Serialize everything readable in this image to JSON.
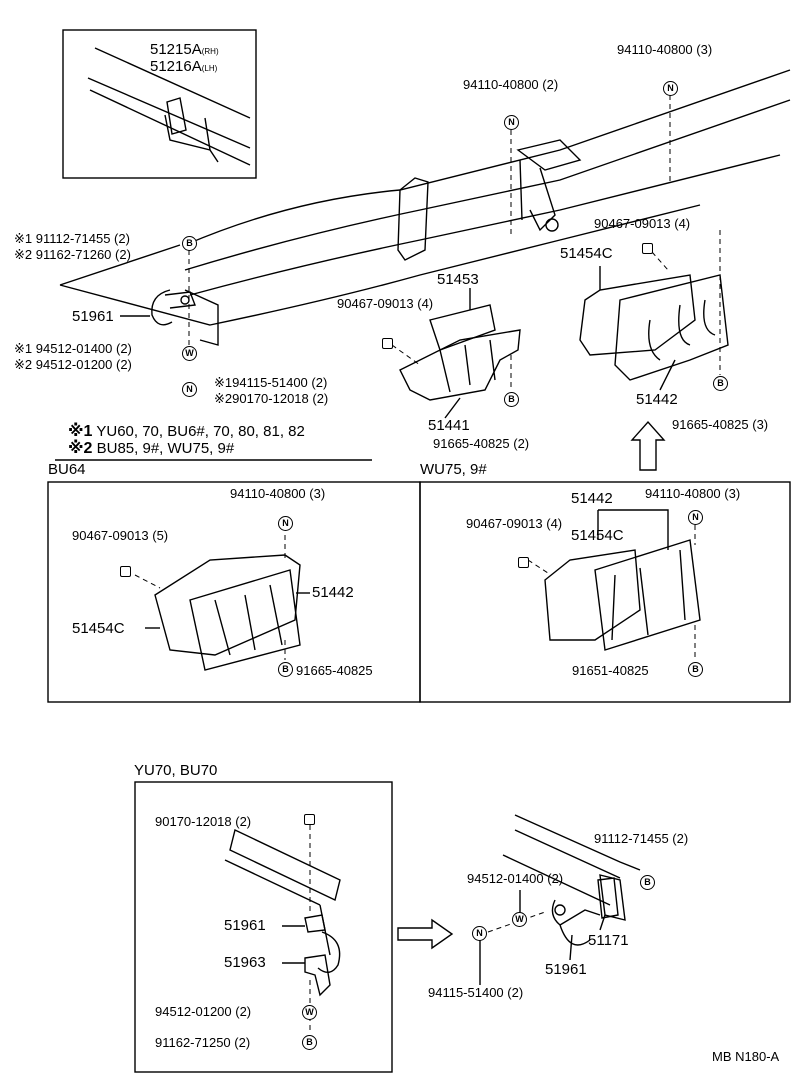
{
  "inset_top_left": {
    "part1": "51215A",
    "part1_side": "(RH)",
    "part2": "51216A",
    "part2_side": "(LH)"
  },
  "main": {
    "top_n_1": "94110-40800 (3)",
    "top_n_2": "94110-40800 (2)",
    "washer_right": "90467-09013 (4)",
    "part_51454c": "51454C",
    "part_51453": "51453",
    "washer_mid": "90467-09013 (4)",
    "bolt_left_1_mark": "※1",
    "bolt_left_1": "91112-71455 (2)",
    "bolt_left_2_mark": "※2",
    "bolt_left_2": "91162-71260 (2)",
    "part_51961": "51961",
    "washer_left_1_mark": "※1",
    "washer_left_1": "94512-01400 (2)",
    "washer_left_2_mark": "※2",
    "washer_left_2": "94512-01200 (2)",
    "nut_left_1_mark": "※1",
    "nut_left_1": "94115-51400 (2)",
    "nut_left_2_mark": "※2",
    "nut_left_2": "90170-12018 (2)",
    "part_51441": "51441",
    "bolt_mid": "91665-40825 (2)",
    "part_51442": "51442",
    "bolt_right": "91665-40825 (3)",
    "fastener_b": "B",
    "fastener_w": "W",
    "fastener_n": "N"
  },
  "notes": {
    "note1_mark": "※1",
    "note1": "YU60, 70, BU6#, 70, 80, 81, 82",
    "note2_mark": "※2",
    "note2": "BU85, 9#, WU75, 9#"
  },
  "bu64": {
    "title": "BU64",
    "nut": "94110-40800 (3)",
    "washer": "90467-09013 (5)",
    "part_51442": "51442",
    "part_51454c": "51454C",
    "bolt": "91665-40825"
  },
  "wu75": {
    "title": "WU75, 9#",
    "part_51442": "51442",
    "nut": "94110-40800 (3)",
    "washer": "90467-09013 (4)",
    "part_51454c": "51454C",
    "bolt": "91651-40825"
  },
  "yu70": {
    "title": "YU70, BU70",
    "nut": "90170-12018 (2)",
    "part_51961": "51961",
    "part_51963": "51963",
    "washer": "94512-01200 (2)",
    "bolt": "91162-71250 (2)"
  },
  "bottom_right": {
    "bolt": "91112-71455 (2)",
    "washer": "94512-01400 (2)",
    "part_51171": "51171",
    "part_51961": "51961",
    "nut": "94115-51400 (2)"
  },
  "footer": {
    "code": "MB N180-A"
  }
}
